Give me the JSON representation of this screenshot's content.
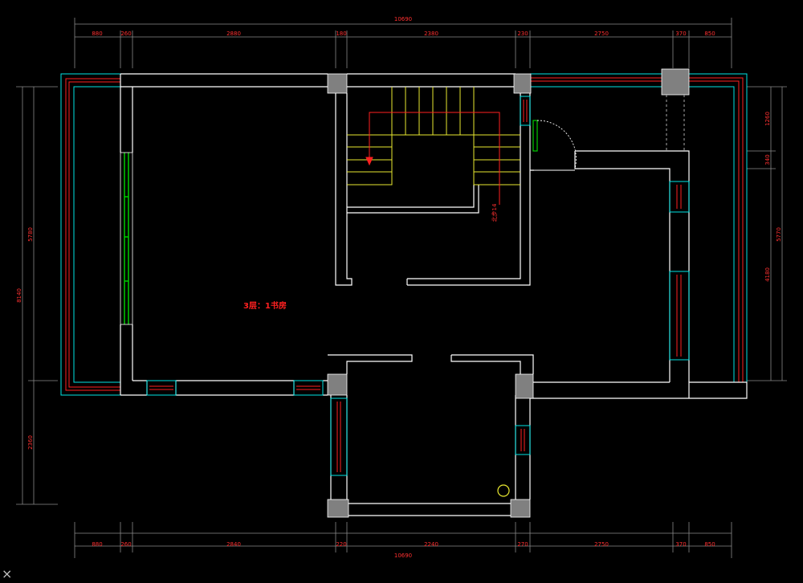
{
  "colors": {
    "background": "#000000",
    "wall": "#ffffff",
    "column": "#808080",
    "dimension_text": "#ff3030",
    "extension_line": "#8a8a8a",
    "balcony_outer": "#00e5e5",
    "balcony_rail": "#ff2020",
    "stair": "#e8e830",
    "stair_arrow": "#ff2020",
    "window_pane": "#00e5e5",
    "window_glass": "#ff2020",
    "door_frame": "#00cc00",
    "fixture": "#e8e830"
  },
  "room_label": "3层：1书房",
  "stair_label": "北步14",
  "dimensions": {
    "top_total": "10690",
    "top_segments": [
      "880",
      "260",
      "2880",
      "180",
      "2380",
      "230",
      "2750",
      "370",
      "850"
    ],
    "bottom_total": "10690",
    "bottom_segments": [
      "880",
      "260",
      "2840",
      "220",
      "2240",
      "270",
      "2750",
      "370",
      "850"
    ],
    "left_total": "8140",
    "left_segments": [
      "5780",
      "2360"
    ],
    "right_segments": [
      "1260",
      "340",
      "4180"
    ],
    "right_sub": "5770"
  },
  "corner_mark": "×"
}
